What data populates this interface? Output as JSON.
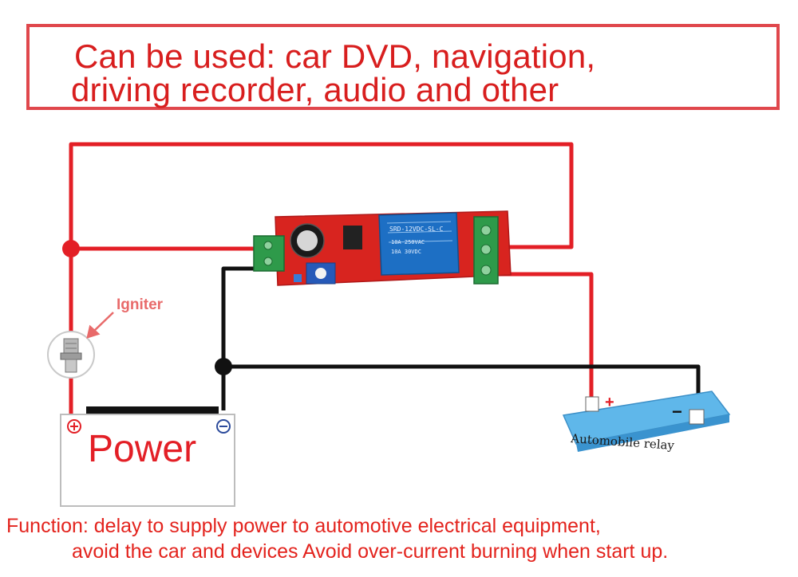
{
  "banner": {
    "line1": "Can be used: car DVD, navigation,",
    "line2": "driving recorder, audio and other"
  },
  "labels": {
    "igniter": "Igniter",
    "power": "Power",
    "automobile_relay": "Automobile relay",
    "plus": "+",
    "minus": "−"
  },
  "relay_module_print": {
    "model": "SRD-12VDC-SL-C",
    "rating1": "10A 250VAC",
    "rating2": "10A 30VDC"
  },
  "function_text": {
    "line1": "Function: delay to supply power to automotive electrical equipment,",
    "line2": "avoid the car and devices Avoid over-current burning when start up."
  },
  "colors": {
    "red_wire": "#e31f26",
    "black_wire": "#111111",
    "board": "#d8241f",
    "relay_blue": "#1d6fc4",
    "terminal_green": "#2e9a4a"
  }
}
